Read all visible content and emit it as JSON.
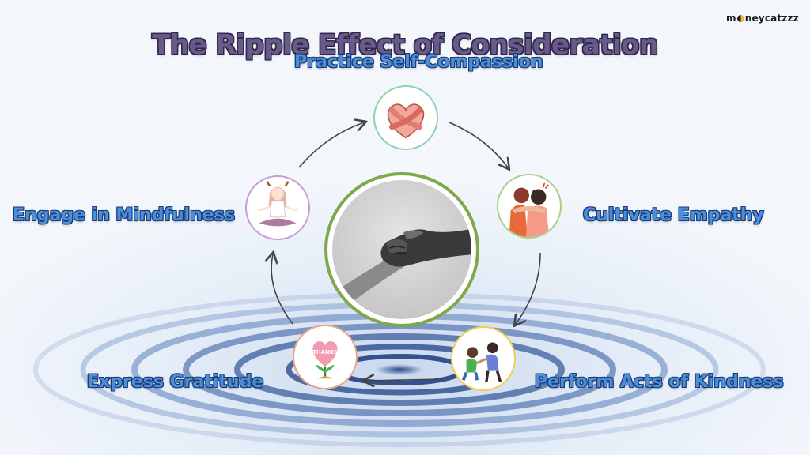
{
  "title": "The Ripple Effect of Consideration",
  "brand": {
    "prefix": "m",
    "suffix": "neycatzzz"
  },
  "steps": [
    {
      "label": "Practice Self-Compassion",
      "icon": "heart-hug-icon",
      "ring_color": "#8fd1b0"
    },
    {
      "label": "Cultivate Empathy",
      "icon": "friends-embrace-icon",
      "ring_color": "#a8d08a"
    },
    {
      "label": "Perform Acts of Kindness",
      "icon": "helping-children-icon",
      "ring_color": "#f0d04a"
    },
    {
      "label": "Express Gratitude",
      "icon": "thanks-plant-icon",
      "ring_color": "#e8a58a"
    },
    {
      "label": "Engage in Mindfulness",
      "icon": "meditation-icon",
      "ring_color": "#c79ad8"
    }
  ],
  "center": {
    "icon": "handshake-grip-icon",
    "ring_color": "#7ea84a"
  },
  "colors": {
    "title_fill": "#6a5a8c",
    "label_fill": "#4a8fd8",
    "arrow": "#444444"
  }
}
